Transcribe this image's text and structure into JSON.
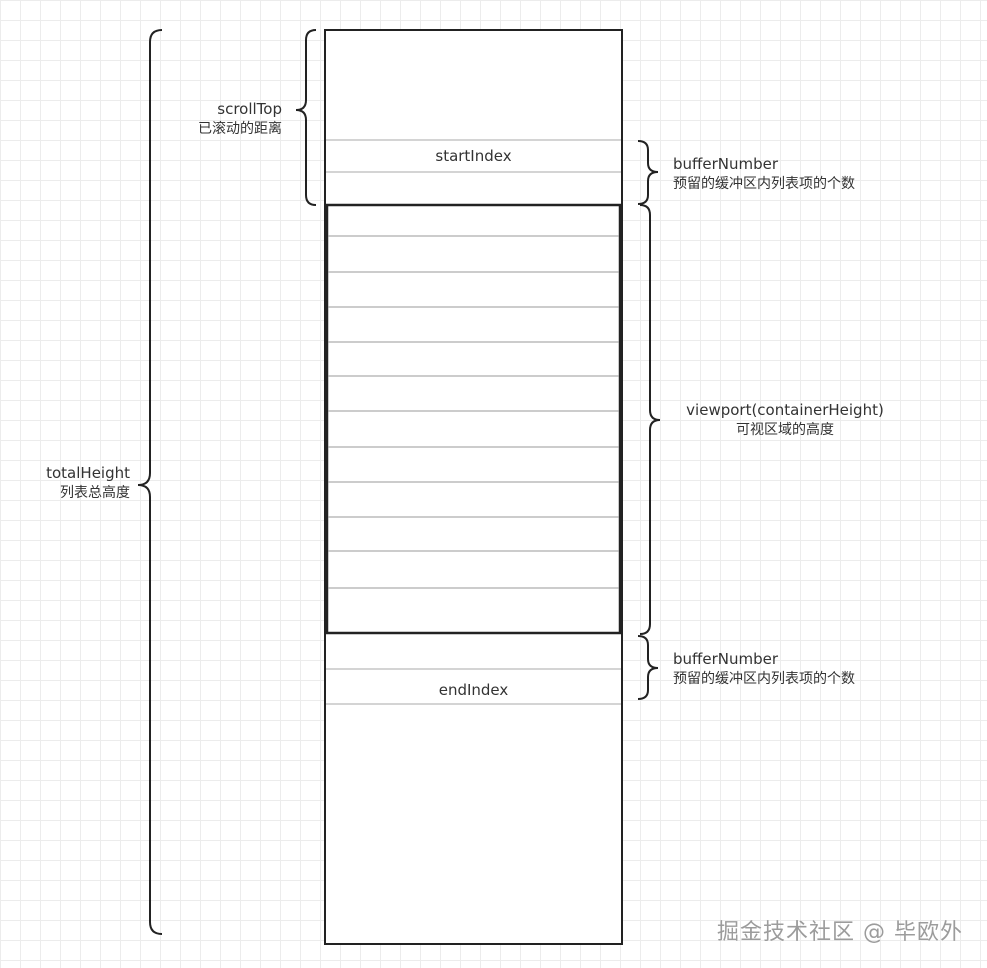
{
  "labels": {
    "scroll_top": "scrollTop",
    "scroll_top_desc": "已滚动的距离",
    "start_index": "startIndex",
    "buffer_top": "bufferNumber",
    "buffer_top_desc": "预留的缓冲区内列表项的个数",
    "viewport": "viewport(containerHeight)",
    "viewport_desc": "可视区域的高度",
    "total_height": "totalHeight",
    "total_height_desc": "列表总高度",
    "buffer_bottom": "bufferNumber",
    "buffer_bottom_desc": "预留的缓冲区内列表项的个数",
    "end_index": "endIndex"
  },
  "watermark": "掘金技术社区 @ 毕欧外",
  "colors": {
    "line": "#222222",
    "row_line": "#aaaaaa",
    "text": "#333333"
  }
}
